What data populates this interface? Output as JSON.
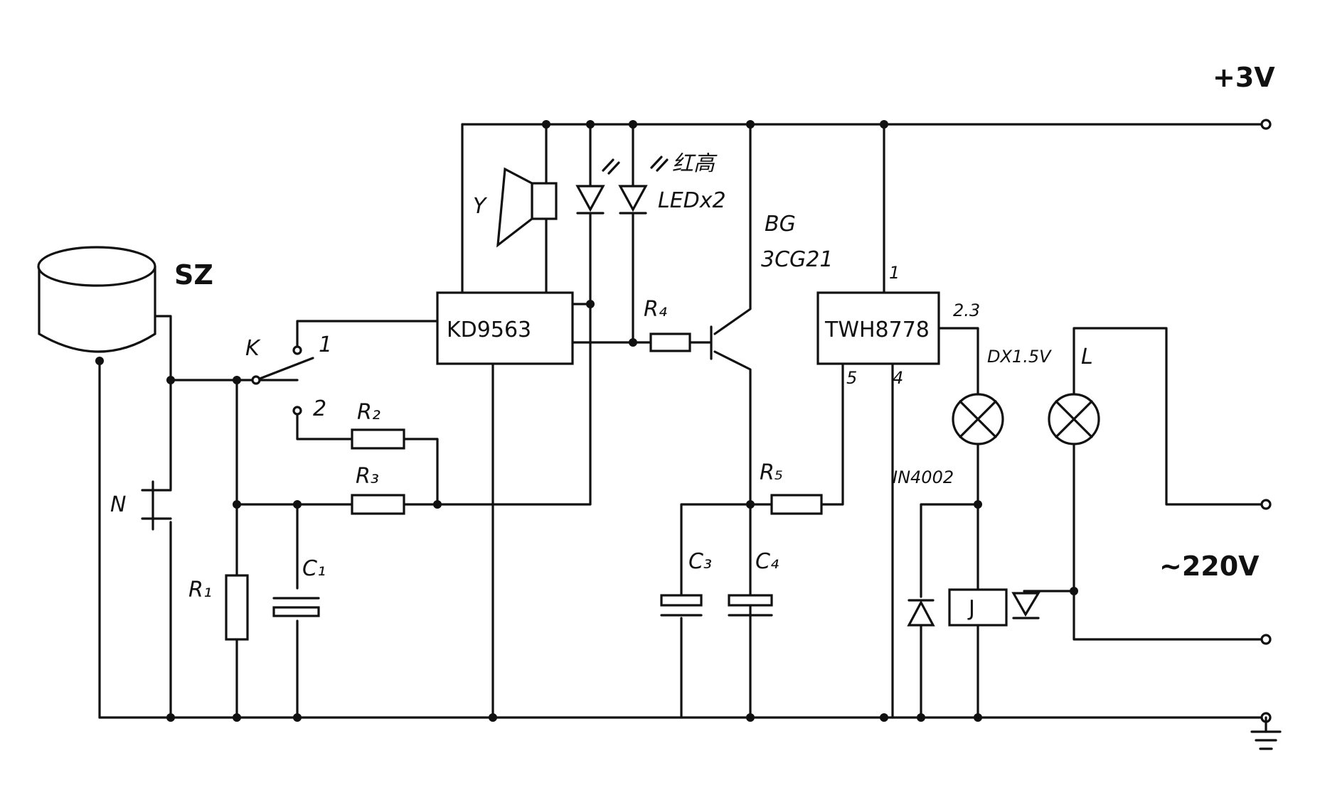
{
  "labels": {
    "supply": "+3V",
    "mains": "~220V",
    "sensor": "SZ",
    "switch": "K",
    "pos1": "1",
    "pos2": "2",
    "button": "N",
    "r1": "R₁",
    "r2": "R₂",
    "r3": "R₃",
    "r4": "R₄",
    "r5": "R₅",
    "c1": "C₁",
    "c3": "C₃",
    "c4": "C₄",
    "speaker": "Y",
    "led": "红高",
    "led_count": "LEDx2",
    "transistor": "BG",
    "transistor_type": "3CG21",
    "ic1": "KD9563",
    "ic2": "TWH8778",
    "pin1": "1",
    "pin23": "2.3",
    "pin5": "5",
    "pin4": "4",
    "indicator": "DX1.5V",
    "lamp": "L",
    "diode": "IN4002",
    "relay": "J"
  }
}
